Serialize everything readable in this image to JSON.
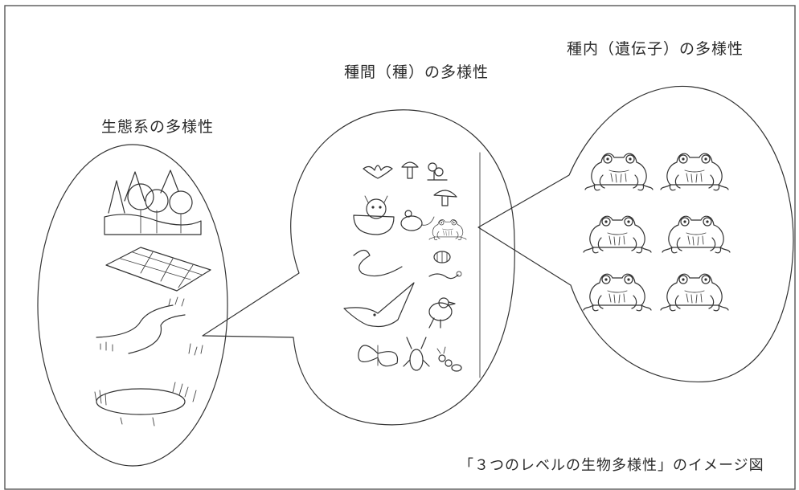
{
  "labels": {
    "ecosystem": "生態系の多様性",
    "species": "種間（種）の多様性",
    "genetic": "種内（遺伝子）の多様性"
  },
  "caption": "「３つのレベルの生物多様性」のイメージ図",
  "illustrations": {
    "ecosystem_icons": [
      "forest-icon",
      "farmland-icon",
      "river-icon",
      "wetland-icon"
    ],
    "species_icons": [
      "bat-icon",
      "mushroom-icon",
      "flower-icon",
      "raccoon-dog-icon",
      "mouse-icon",
      "frog-icon",
      "snake-icon",
      "pill-bug-icon",
      "caterpillar-icon",
      "eagle-icon",
      "sparrow-icon",
      "butterfly-icon",
      "stag-beetle-icon",
      "ant-icon"
    ],
    "genetic_icons": [
      "frog-icon",
      "frog-icon",
      "frog-icon",
      "frog-icon",
      "frog-icon",
      "frog-icon"
    ]
  },
  "colors": {
    "line": "#333333",
    "background": "#ffffff",
    "frame": "#555555"
  }
}
